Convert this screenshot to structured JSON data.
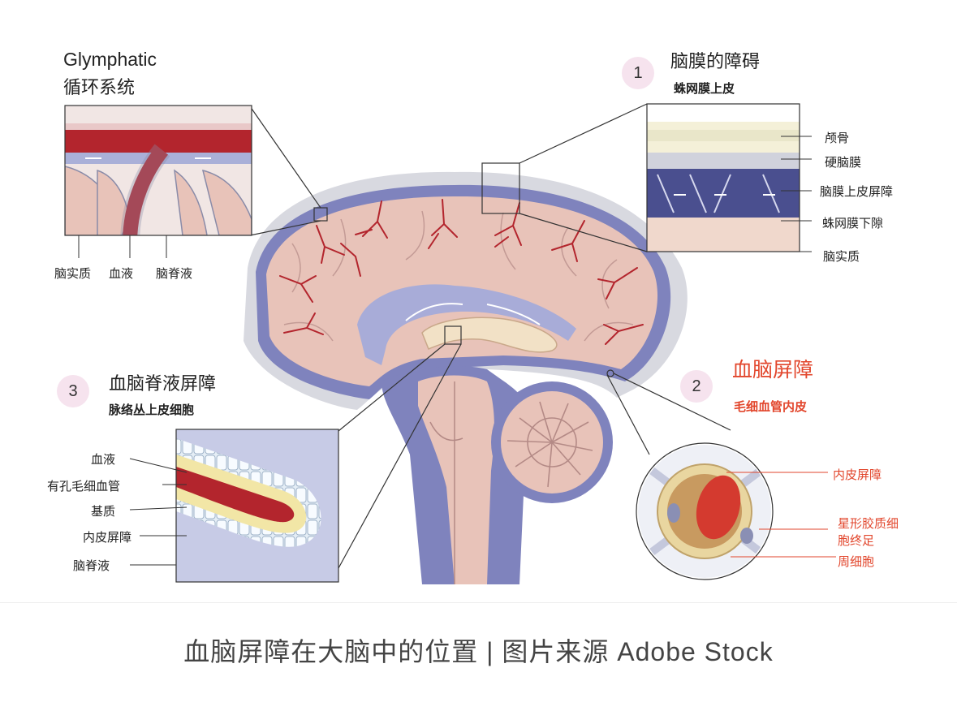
{
  "glymphatic": {
    "title_en": "Glymphatic",
    "title_cn": "循环系统",
    "labels": [
      "脑实质",
      "血液",
      "脑脊液"
    ]
  },
  "meninges": {
    "number": "1",
    "title": "脑膜的障碍",
    "subtitle": "蛛网膜上皮",
    "labels": [
      "颅骨",
      "硬脑膜",
      "脑膜上皮屏障",
      "蛛网膜下隙",
      "脑实质"
    ]
  },
  "bcsf": {
    "number": "3",
    "title": "血脑脊液屏障",
    "subtitle": "脉络丛上皮细胞",
    "labels": [
      "血液",
      "有孔毛细血管",
      "基质",
      "内皮屏障",
      "脑脊液"
    ]
  },
  "bbb": {
    "number": "2",
    "title": "血脑屏障",
    "subtitle": "毛细血管内皮",
    "labels": [
      "内皮屏障",
      "星形胶质细",
      "胞终足",
      "周细胞"
    ]
  },
  "caption": "血脑屏障在大脑中的位置 | 图片来源 Adobe Stock",
  "colors": {
    "accent_red": "#e2462c",
    "brain_pink": "#e8c3b9",
    "csf_blue": "#8e93c8",
    "vessel_red": "#b3252d",
    "badge_bg": "#f6e3ee"
  }
}
